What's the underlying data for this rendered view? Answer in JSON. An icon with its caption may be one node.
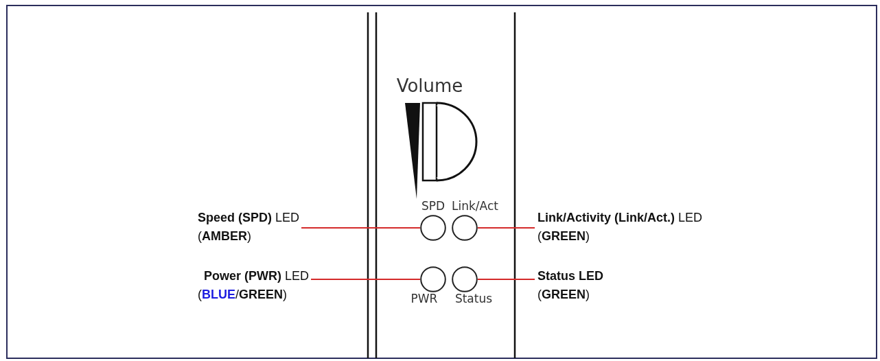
{
  "diagram": {
    "nodes": [
      {
        "text": [
          "**Speed (SPD)** LED",
          "(**AMBER**)"
        ]
      },
      {
        "text": [],
        "shape": "circle"
      },
      {
        "text": [],
        "shape": "circle"
      },
      {
        "text": [
          "**Link/Activity (Link/Act.)** LED",
          "(**GREEN**)"
        ]
      },
      {
        "text": [
          "**Power (PWR)** LED",
          "(**BLUE**/**GREEN**)"
        ]
      },
      {
        "text": [],
        "shape": "circle"
      },
      {
        "text": [],
        "shape": "circle"
      },
      {
        "text": [
          "**Status LED**",
          "(**GREEN**)"
        ]
      }
    ],
    "edges": [
      {
        "from": 0,
        "to": 1,
        "arrow": "none",
        "color": "#d42a2a"
      },
      {
        "from": 3,
        "to": 2,
        "arrow": "none",
        "color": "#d42a2a"
      },
      {
        "from": 4,
        "to": 5,
        "arrow": "none",
        "color": "#d42a2a"
      },
      {
        "from": 7,
        "to": 6,
        "arrow": "none",
        "color": "#d42a2a"
      }
    ],
    "labels": [
      "Volume",
      "SPD",
      "Link/Act",
      "PWR",
      "Status"
    ]
  }
}
